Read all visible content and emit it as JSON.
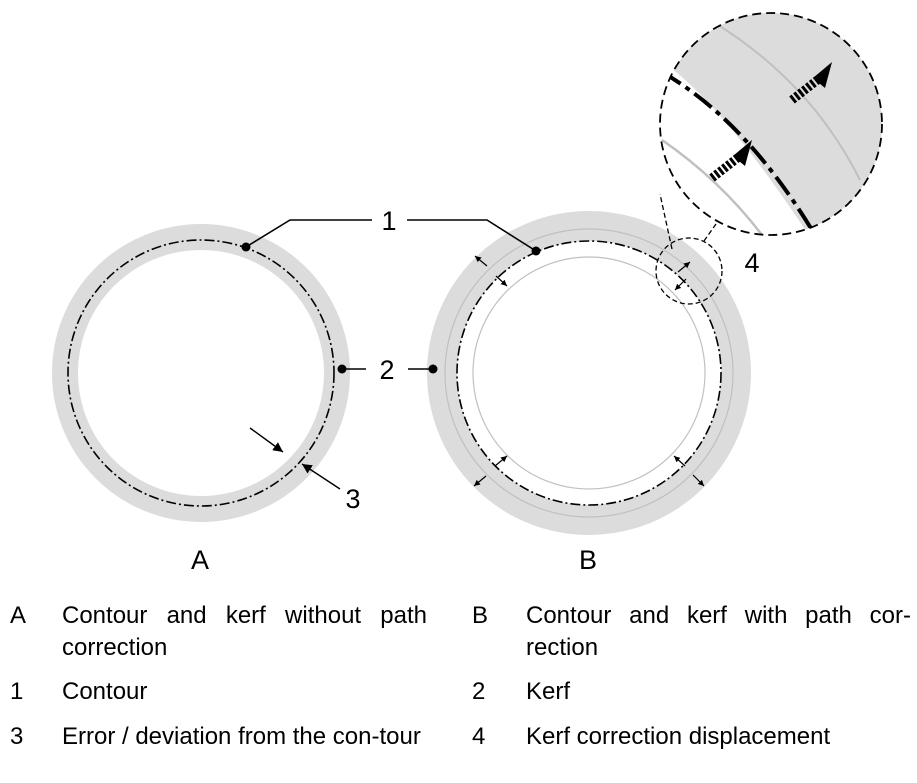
{
  "diagram": {
    "callouts": {
      "c1": "1",
      "c2": "2",
      "c3": "3",
      "c4": "4"
    },
    "figure_labels": {
      "a": "A",
      "b": "B"
    }
  },
  "legend": [
    {
      "key": "A",
      "text": "Contour and kerf without path correction"
    },
    {
      "key": "B",
      "text": "Contour and kerf with path cor-rection"
    },
    {
      "key": "1",
      "text": "Contour"
    },
    {
      "key": "2",
      "text": "Kerf"
    },
    {
      "key": "3",
      "text": "Error / deviation from the con-tour"
    },
    {
      "key": "4",
      "text": "Kerf correction displacement"
    }
  ],
  "colors": {
    "kerf": "#dcdcdc",
    "thin_line": "#c0c0c0",
    "ink": "#000000"
  }
}
